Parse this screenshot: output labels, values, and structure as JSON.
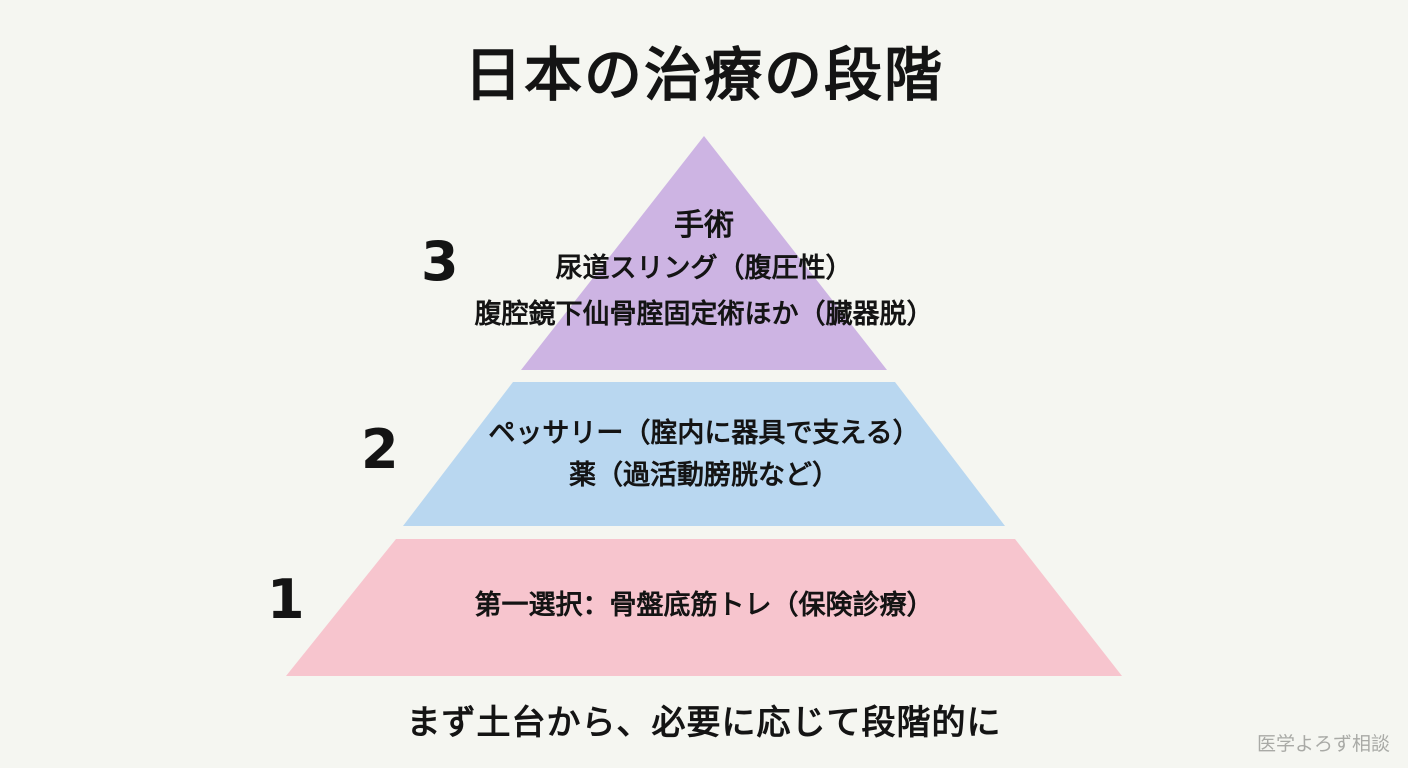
{
  "title": "日本の治療の段階",
  "colors": {
    "background": "#f5f6f1",
    "tier3": "#cdb4e3",
    "tier2": "#b9d7f0",
    "tier1": "#f7c5ce"
  },
  "tiers": [
    {
      "number": "3",
      "lines": [
        "手術",
        "尿道スリング（腹圧性）",
        "腹腔鏡下仙骨腟固定術ほか（臓器脱）"
      ]
    },
    {
      "number": "2",
      "lines": [
        "ペッサリー（腟内に器具で支える）",
        "薬（過活動膀胱など）"
      ]
    },
    {
      "number": "1",
      "lines": [
        "第一選択：骨盤底筋トレ（保険診療）"
      ]
    }
  ],
  "bottom_text": "まず土台から、必要に応じて段階的に",
  "watermark": "医学よろず相談"
}
